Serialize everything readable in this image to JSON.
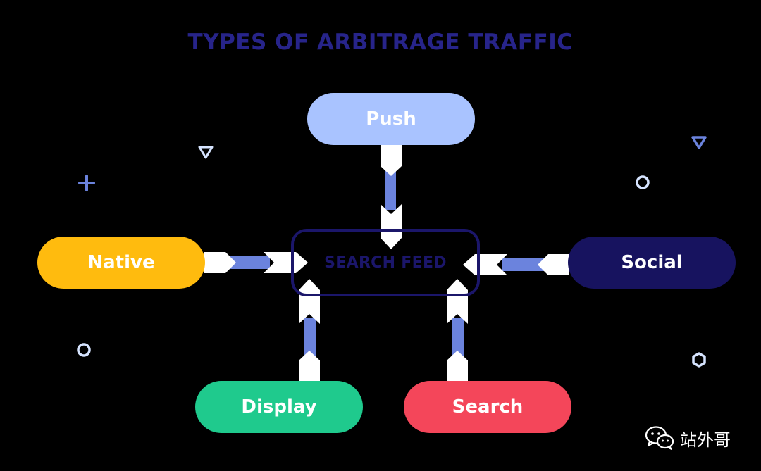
{
  "title": "TYPES OF ARBITRAGE TRAFFIC",
  "center": {
    "label": "SEARCH FEED",
    "border_color": "#1b166a"
  },
  "nodes": {
    "push": {
      "label": "Push",
      "color": "#a9c3ff"
    },
    "native": {
      "label": "Native",
      "color": "#ffbb0e"
    },
    "social": {
      "label": "Social",
      "color": "#17135f"
    },
    "display": {
      "label": "Display",
      "color": "#1fca8d"
    },
    "search": {
      "label": "Search",
      "color": "#f4465a"
    }
  },
  "colors": {
    "background": "#000000",
    "title": "#27248a",
    "connector_cap": "#ffffff",
    "connector_shaft": "#6b83dd",
    "decor_light": "#d6e4ff",
    "decor_accent": "#6b83dd"
  },
  "decorations": [
    "plus-icon",
    "triangle-down-icon",
    "circle-icon",
    "hexagon-icon"
  ],
  "watermark": {
    "icon": "wechat-icon",
    "text": "站外哥"
  }
}
